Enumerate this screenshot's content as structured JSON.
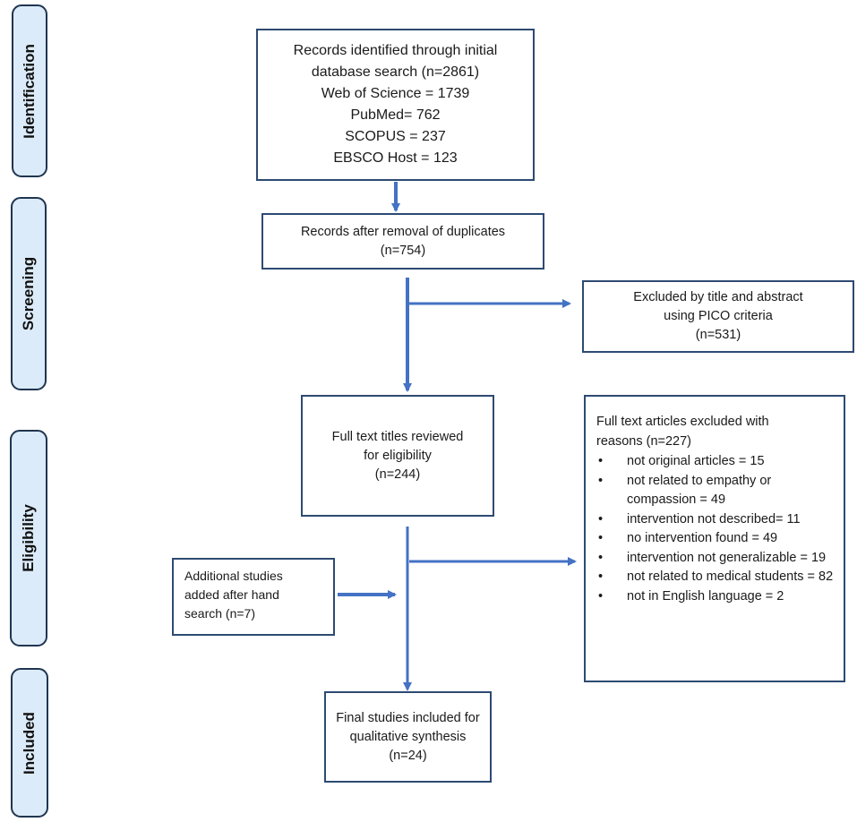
{
  "stages": {
    "identification": "Identification",
    "screening": "Screening",
    "eligibility": "Eligibility",
    "included": "Included"
  },
  "boxes": {
    "identified": {
      "lines": [
        "Records identified through initial",
        "database search (n=2861)",
        "Web of Science = 1739",
        "PubMed= 762",
        "SCOPUS = 237",
        "EBSCO Host = 123"
      ]
    },
    "duplicates_removed": {
      "lines": [
        "Records after removal of duplicates",
        "(n=754)"
      ]
    },
    "excluded_title_abstract": {
      "lines": [
        "Excluded by title and abstract",
        "using PICO criteria",
        "(n=531)"
      ]
    },
    "full_text_reviewed": {
      "lines": [
        "Full text titles reviewed",
        "for eligibility",
        "(n=244)"
      ]
    },
    "full_text_excluded": {
      "heading": [
        "Full text articles excluded with",
        "reasons (n=227)"
      ],
      "reasons": [
        "not original articles = 15",
        "not related to empathy or compassion = 49",
        "intervention not described= 11",
        "no intervention found = 49",
        "intervention not generalizable = 19",
        "not related to medical students = 82",
        "not in English language = 2"
      ]
    },
    "hand_search": {
      "lines": [
        "Additional studies",
        "added after hand",
        "search (n=7)"
      ]
    },
    "included": {
      "lines": [
        "Final studies included for",
        "qualitative synthesis",
        "(n=24)"
      ]
    }
  },
  "colors": {
    "arrow": "#4472c4",
    "box_border": "#2d4a72",
    "stage_fill": "#dcebf9",
    "stage_border": "#1f3550"
  }
}
